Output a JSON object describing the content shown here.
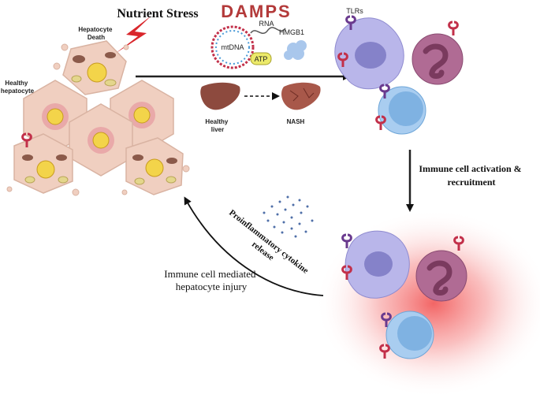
{
  "title": "Nutrient Stress",
  "damps": {
    "title": "DAMPS",
    "items": [
      "RNA",
      "mtDNA",
      "HMGB1",
      "ATP"
    ]
  },
  "labels": {
    "hepatocyte_death": [
      "Hepatocyte",
      "Death"
    ],
    "healthy_hepatocyte": [
      "Healthy",
      "hepatocyte"
    ],
    "healthy_liver": [
      "Healthy",
      "liver"
    ],
    "nash": "NASH",
    "tlrs": "TLRs",
    "activation": [
      "Immune cell activation &",
      "recruitment"
    ],
    "cytokine": [
      "Proinflammatory cytokine",
      "release"
    ],
    "injury": [
      "Immune cell mediated",
      "hepatocyte injury"
    ]
  },
  "colors": {
    "damps_red": "#b33a3a",
    "bolt_red": "#d9262b",
    "hepatocyte_fill": "#f0cfc0",
    "hepatocyte_stroke": "#d9b3a2",
    "nucleus_yellow": "#f3d44a",
    "macrophage": "#b9b6ea",
    "neutrophil": "#b06b94",
    "lymphocyte": "#a9cdf0",
    "tlr_red": "#c2304a",
    "tlr_purple": "#6a3a8e",
    "liver": "#8d4a3e",
    "inflammation": "#f04a4a"
  }
}
